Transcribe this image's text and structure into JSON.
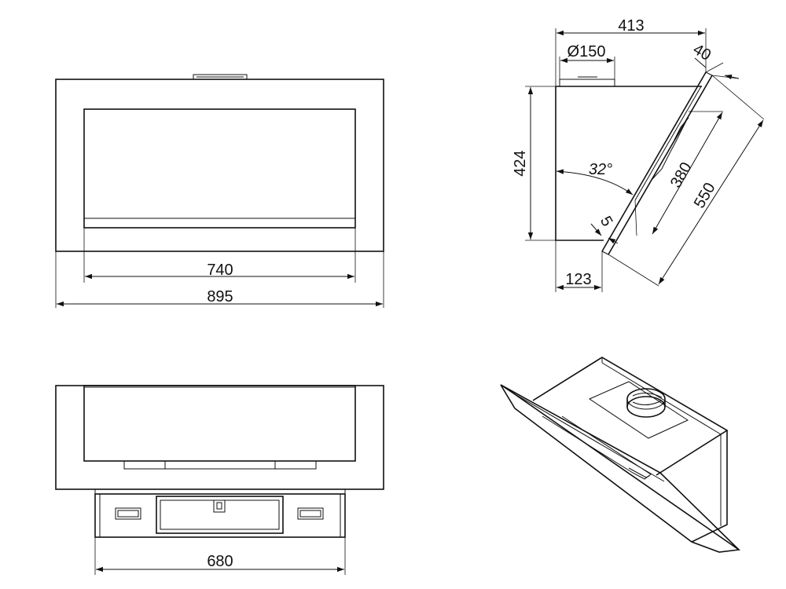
{
  "dimensions": {
    "front_inner_width": "740",
    "front_outer_width": "895",
    "side_depth_top": "413",
    "side_duct_diameter": "Ø150",
    "side_panel_thickness": "40",
    "side_height": "424",
    "side_angle": "32°",
    "side_inner_length": "380",
    "side_outer_length": "550",
    "side_small_offset": "5",
    "side_bottom_depth": "123",
    "bottom_width": "680"
  },
  "colors": {
    "line": "#111111",
    "background": "#ffffff"
  }
}
